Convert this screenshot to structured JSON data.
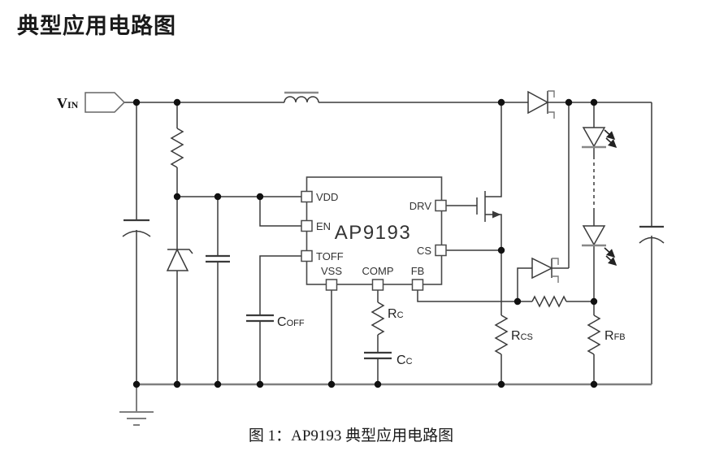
{
  "doc": {
    "title": "典型应用电路图",
    "caption": "图 1：AP9193 典型应用电路图"
  },
  "ic": {
    "name": "AP9193",
    "pins": {
      "vdd": "VDD",
      "en": "EN",
      "toff": "TOFF",
      "vss": "VSS",
      "comp": "COMP",
      "fb": "FB",
      "drv": "DRV",
      "cs": "CS"
    }
  },
  "net_labels": {
    "vin": {
      "main": "V",
      "sub": "IN"
    }
  },
  "component_labels": {
    "coff": {
      "main": "C",
      "sub": "OFF"
    },
    "rc": {
      "main": "R",
      "sub": "C"
    },
    "cc": {
      "main": "C",
      "sub": "C"
    },
    "rcs": {
      "main": "R",
      "sub": "CS"
    },
    "rfb": {
      "main": "R",
      "sub": "FB"
    }
  },
  "colors": {
    "wire": "#3a3a3a",
    "bus": "#7f7f7f",
    "ic_outline": "#4a4a4a",
    "dot": "#111111",
    "text": "#1a1a1a",
    "pin_text": "#333333"
  }
}
